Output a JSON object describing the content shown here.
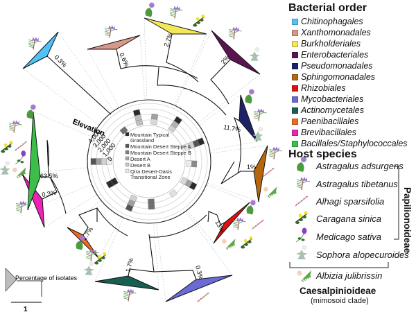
{
  "figure": {
    "elevation_label": "Elevation",
    "elevation_ticks": [
      "4,000",
      "3,000",
      "2,000",
      "1,000",
      "0"
    ],
    "scale_label": "Percentage of isolates",
    "scale_bar_value": "1"
  },
  "habitat_legend": [
    {
      "label": "Mountain Typical Grassland",
      "lines": [
        "Mountain Typical",
        "Grassland"
      ],
      "color": "#2b2b2b"
    },
    {
      "label": "Mountain Desert Steppe A",
      "lines": [
        "Mountain Desert Steppe A"
      ],
      "color": "#555555"
    },
    {
      "label": "Mountain Desert Steppe B",
      "lines": [
        "Mountain Desert Steppe B"
      ],
      "color": "#808080"
    },
    {
      "label": "Desert A",
      "lines": [
        "Desert A"
      ],
      "color": "#a6a6a6"
    },
    {
      "label": "Desert B",
      "lines": [
        "Desert B"
      ],
      "color": "#c8c8c8"
    },
    {
      "label": "Qira Desert-Oasis Transitional Zone",
      "lines": [
        "Qira Desert-Oasis",
        "Transitional Zone"
      ],
      "color": "#e8e8e8"
    }
  ],
  "bacterial_order": {
    "title": "Bacterial order",
    "items": [
      {
        "name": "Chitinophagales",
        "color": "#4fc3f7",
        "percent": "0.3%"
      },
      {
        "name": "Xanthomonadales",
        "color": "#d9968a",
        "percent": "0.6%"
      },
      {
        "name": "Burkholderiales",
        "color": "#f2e85a",
        "percent": "2.7%"
      },
      {
        "name": "Enterobacteriales",
        "color": "#5a1551",
        "percent": "2%"
      },
      {
        "name": "Pseudomonadales",
        "color": "#1c2466",
        "percent": "11.7%"
      },
      {
        "name": "Sphingomonadales",
        "color": "#b8650f",
        "percent": "1%"
      },
      {
        "name": "Rhizobiales",
        "color": "#e01010",
        "percent": "13%"
      },
      {
        "name": "Mycobacteriales",
        "color": "#6b6bd6",
        "percent": "0.3%"
      },
      {
        "name": "Actinomycetales",
        "color": "#185e52",
        "percent": "1.7%"
      },
      {
        "name": "Paenibacillales",
        "color": "#f26a1b",
        "percent": "2.7%"
      },
      {
        "name": "Brevibacillales",
        "color": "#ee22b4",
        "percent": "0.3%"
      },
      {
        "name": "Bacillales/Staphylococcales",
        "color": "#3cbf4a",
        "percent": "63.5%"
      }
    ]
  },
  "host_species": {
    "title": "Host species",
    "items": [
      {
        "name": "Astragalus adsurgens",
        "icon": "astragalus-adsurgens-icon"
      },
      {
        "name": "Astragalus tibetanus",
        "icon": "astragalus-tibetanus-icon"
      },
      {
        "name": "Alhagi sparsifolia",
        "icon": "alhagi-sparsifolia-icon"
      },
      {
        "name": "Caragana sinica",
        "icon": "caragana-sinica-icon"
      },
      {
        "name": "Medicago sativa",
        "icon": "medicago-sativa-icon"
      },
      {
        "name": "Sophora alopecuroides",
        "icon": "sophora-alopecuroides-icon"
      },
      {
        "name": "Albizia julibrissin",
        "icon": "albizia-julibrissin-icon"
      }
    ],
    "subfamily_1": "Papilionoideae",
    "subfamily_2": "Caesalpinioideae",
    "subfamily_2_note": "(mimosoid clade)"
  }
}
